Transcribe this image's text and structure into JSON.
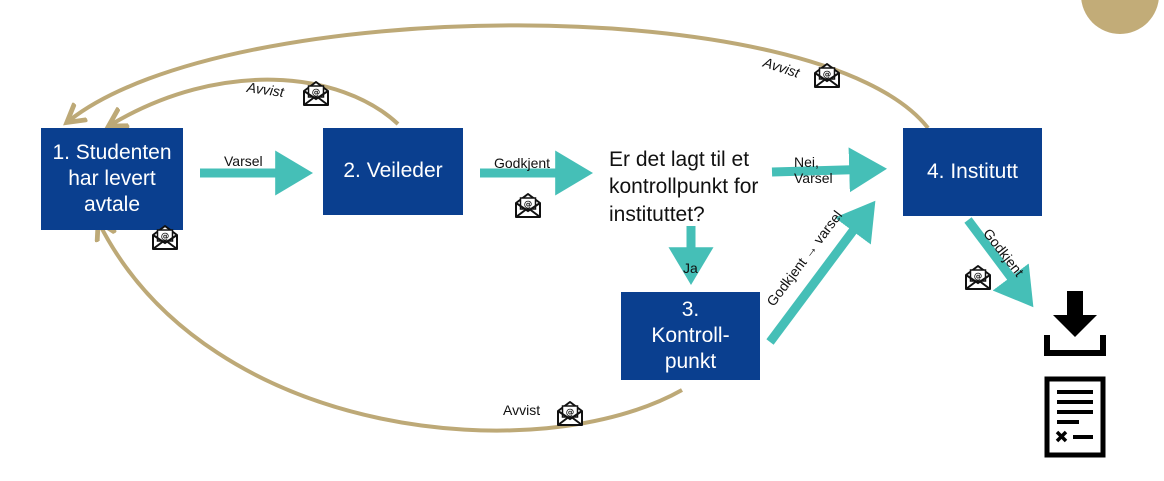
{
  "colors": {
    "box": "#0a3f8f",
    "arrow_teal": "#45bfb7",
    "arrow_gold": "#bda977",
    "circle": "#c2ac78"
  },
  "nodes": {
    "studenten": "1. Studenten har levert avtale",
    "veileder": "2. Veileder",
    "kontrollpunkt": "3. Kontroll-punkt",
    "institutt": "4. Institutt",
    "question": "Er det lagt til et kontrollpunkt for instituttet?"
  },
  "labels": {
    "varsel": "Varsel",
    "godkjent_veileder": "Godkjent",
    "nei_varsel": "Nei, Varsel",
    "ja": "Ja",
    "godkjent_varsel": "Godkjent → varsel",
    "godkjent_institutt": "Godkjent",
    "avvist_veileder": "Avvist",
    "avvist_institutt": "Avvist",
    "avvist_kontrollpunkt": "Avvist"
  },
  "icons": {
    "envelope": "email-envelope-icon",
    "download": "download-icon",
    "document": "document-checklist-icon"
  }
}
